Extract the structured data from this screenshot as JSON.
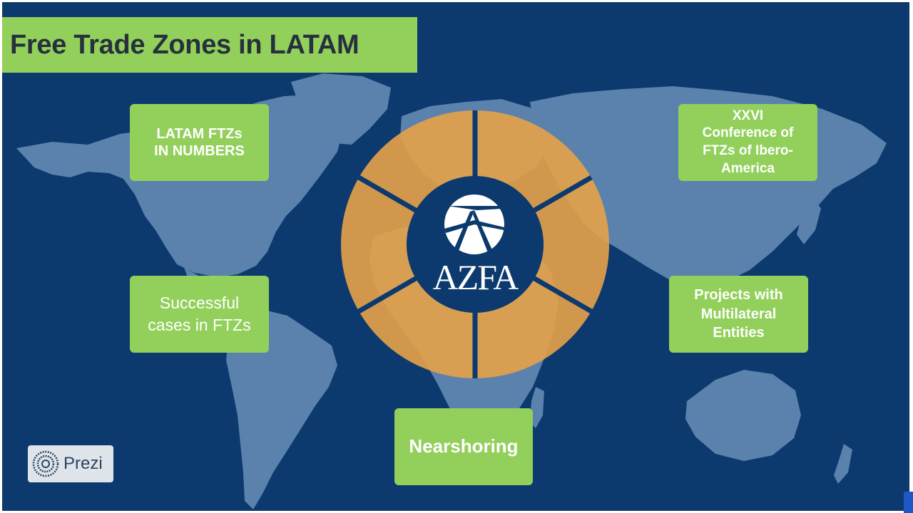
{
  "slide": {
    "title": "Free Trade Zones in LATAM",
    "background_color": "#0c3a6e",
    "map_color": "#5a82ad",
    "accent_green": "#92d05b",
    "ring_color": "#e3a14a"
  },
  "cards": {
    "ftz_numbers": {
      "line1": "LATAM FTZs",
      "line2": "IN NUMBERS"
    },
    "conference": {
      "line1": "XXVI",
      "line2": "Conference of",
      "line3": "FTZs of Ibero-",
      "line4": "America"
    },
    "successful_cases": {
      "line1": "Successful",
      "line2": "cases in FTZs"
    },
    "multilateral": {
      "line1": "Projects with",
      "line2": "Multilateral",
      "line3": "Entities"
    },
    "nearshoring": {
      "label": "Nearshoring"
    }
  },
  "logo": {
    "text": "AZFA",
    "icon": "azfa-star-logo-icon"
  },
  "prezi": {
    "label": "Prezi",
    "icon": "prezi-logo-icon"
  }
}
